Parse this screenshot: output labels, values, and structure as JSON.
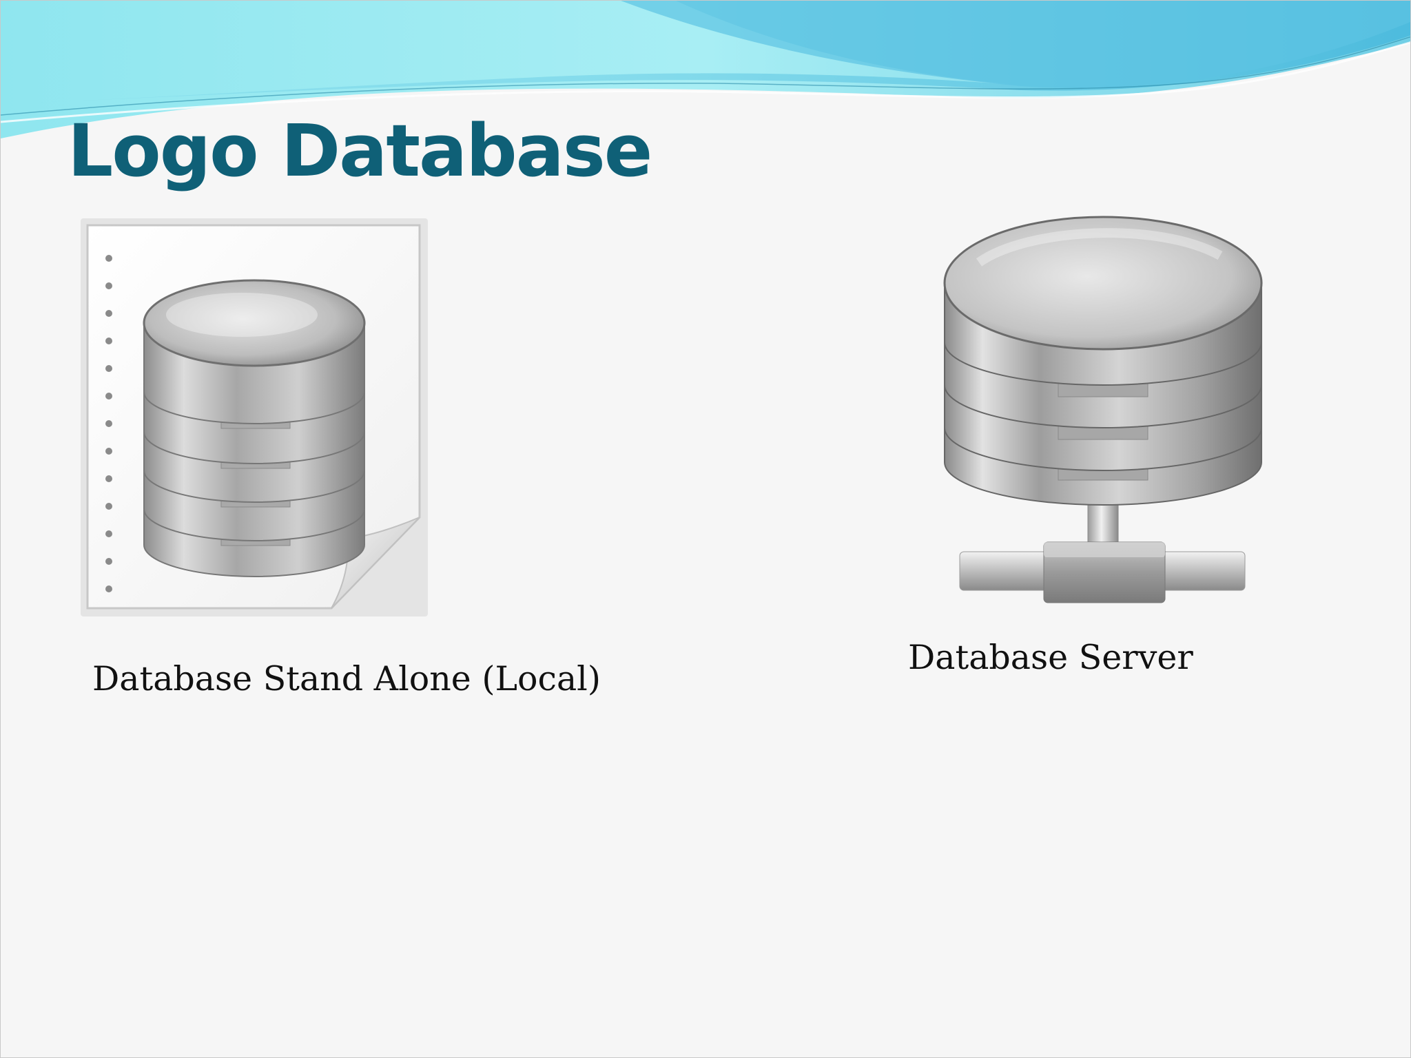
{
  "slide": {
    "title": "Logo Database",
    "items": [
      {
        "label": "Database Stand Alone (Local)",
        "icon": "database-file-icon"
      },
      {
        "label": "Database Server",
        "icon": "database-server-icon"
      }
    ]
  },
  "colors": {
    "title": "#0f6077",
    "wave_light": "#a6ecf3",
    "wave_mid": "#6fd4e6",
    "wave_dark": "#4cb9dc",
    "background": "#f6f6f6"
  }
}
